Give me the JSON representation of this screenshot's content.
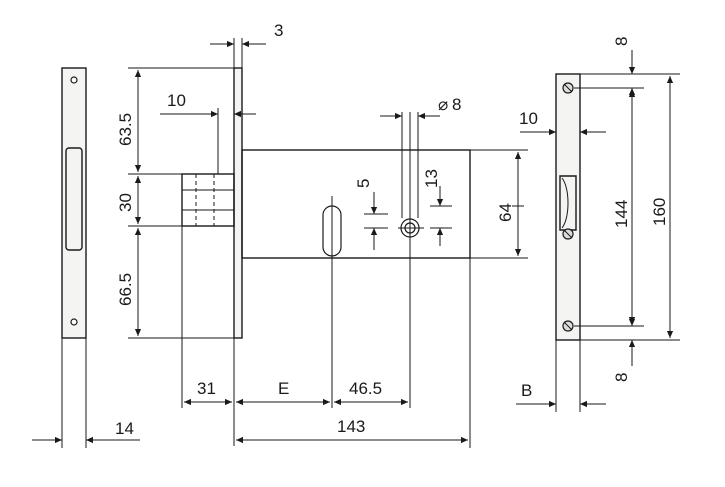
{
  "dimensions": {
    "faceplate_thickness": "3",
    "latch_projection": "10",
    "keyhole_diameter": "8",
    "top_to_latch": "63.5",
    "latch_height": "30",
    "latch_to_bottom": "66.5",
    "cylinder_gap": "5",
    "spindle_offset": "13",
    "case_height": "64",
    "backset": "31",
    "backset_label": "E",
    "center_distance": "46.5",
    "case_depth": "143",
    "faceplate_width": "14",
    "strike_width": "B",
    "strike_projection": "10",
    "strike_top_margin": "8",
    "strike_bottom_margin": "8",
    "strike_hole_spacing": "144",
    "strike_length": "160"
  },
  "symbols": {
    "diameter_symbol": "⌀"
  }
}
